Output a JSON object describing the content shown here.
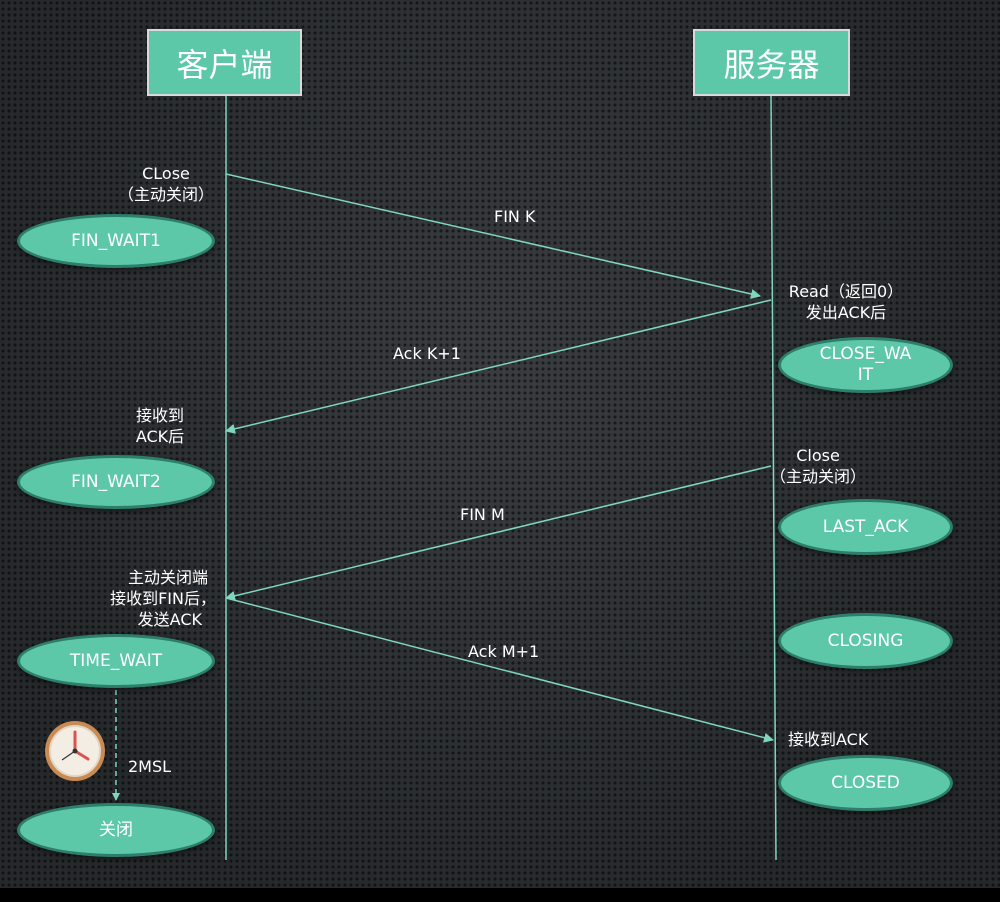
{
  "client": {
    "title": "客户端",
    "states": [
      "FIN_WAIT1",
      "FIN_WAIT2",
      "TIME_WAIT",
      "关闭"
    ],
    "notes": {
      "close_line1": "CLose",
      "close_line2": "（主动关闭）",
      "recv_ack_line1": "接收到",
      "recv_ack_line2": "ACK后",
      "recv_fin_line1": "主动关闭端",
      "recv_fin_line2": "接收到FIN后，",
      "recv_fin_line3": "发送ACK"
    },
    "timer_label": "2MSL"
  },
  "server": {
    "title": "服务器",
    "states": [
      "CLOSE_WA\nIT",
      "LAST_ACK",
      "CLOSING",
      "CLOSED"
    ],
    "notes": {
      "read_line1": "Read（返回0）",
      "read_line2": "发出ACK后",
      "close_line1": "Close",
      "close_line2": "（主动关闭）",
      "recv_ack": "接收到ACK"
    }
  },
  "messages": [
    "FIN K",
    "Ack K+1",
    "FIN M",
    "Ack M+1"
  ],
  "colors": {
    "accent": "#5cc8a8",
    "line": "#7fd6bf",
    "state_border": "#2d7f6b",
    "clock": "#d9534f"
  },
  "icons": {
    "timer": "clock-icon"
  }
}
